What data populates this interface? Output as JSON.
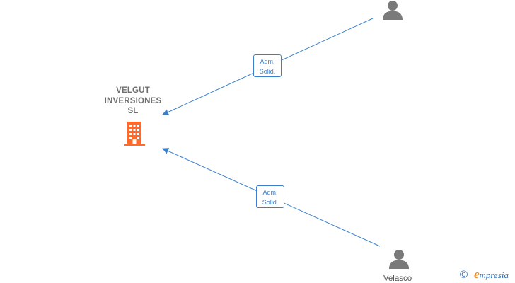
{
  "company": {
    "name_lines": [
      "VELGUT",
      "INVERSIONES",
      "SL"
    ],
    "icon": "building-icon",
    "color": "#ff6a2b"
  },
  "persons": [
    {
      "label": "",
      "icon": "person-icon"
    },
    {
      "label": "Velasco",
      "icon": "person-icon"
    }
  ],
  "edges": [
    {
      "role_lines": [
        "Adm.",
        "Solid."
      ]
    },
    {
      "role_lines": [
        "Adm.",
        "Solid."
      ]
    }
  ],
  "colors": {
    "edge": "#3a7fcc",
    "person": "#7a7a7a",
    "brand": "#2e6fb8",
    "brand_accent": "#f18a24"
  },
  "footer": {
    "copyright": "©",
    "brand_first": "e",
    "brand_rest": "mpresia"
  }
}
